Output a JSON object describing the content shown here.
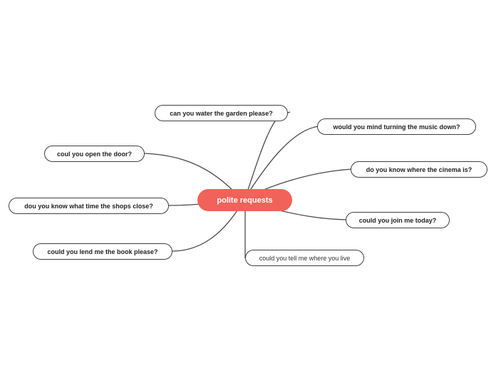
{
  "colors": {
    "root_fill": "#f0625a",
    "link": "#4a4a4a",
    "node_border": "#404040"
  },
  "root": {
    "label": "polite requests"
  },
  "branches": [
    {
      "id": "garden",
      "label": "can you water the garden please?"
    },
    {
      "id": "music",
      "label": "would you mind turning the music down?"
    },
    {
      "id": "door",
      "label": "coul you open the door?"
    },
    {
      "id": "cinema",
      "label": "do you know where the cinema is?"
    },
    {
      "id": "shops",
      "label": "dou you know what time the shops close?"
    },
    {
      "id": "join",
      "label": "could you join me today?"
    },
    {
      "id": "book",
      "label": "could you lend me the book please?"
    },
    {
      "id": "live",
      "label": "could you tell me where  you live"
    }
  ]
}
